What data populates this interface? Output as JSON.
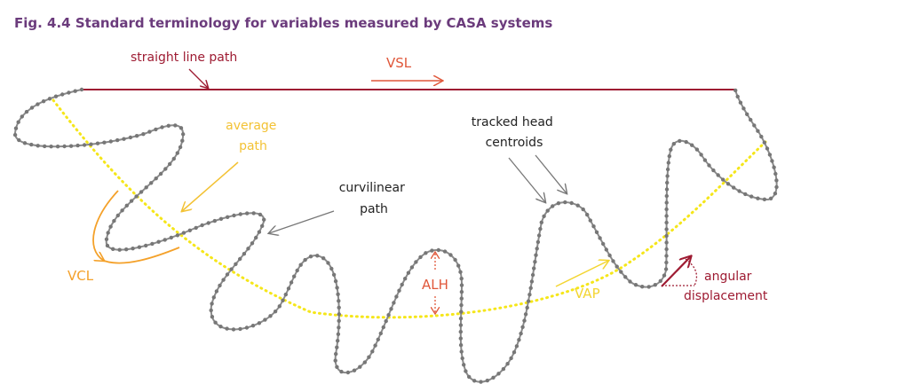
{
  "title": "Fig. 4.4 Standard terminology for variables measured by CASA systems",
  "colors": {
    "title": "#6b3b7c",
    "straight_line": "#9e1b32",
    "vsl": "#e0573a",
    "average_path": "#f5e61a",
    "average_label": "#f3c234",
    "curvilinear": "#8a8a8a",
    "vcl": "#f4a12a",
    "alh": "#e0573a",
    "vap": "#f3d531",
    "angular": "#9e1b32",
    "annotation_arrow": "#777777"
  },
  "labels": {
    "straight_line_path": "straight line path",
    "vsl": "VSL",
    "average_path": [
      "average",
      "path"
    ],
    "curvilinear_path": [
      "curvilinear",
      "path"
    ],
    "tracked_head_centroids": [
      "tracked head",
      "centroids"
    ],
    "vcl": "VCL",
    "alh": "ALH",
    "vap": "VAP",
    "angular_displacement": [
      "angular",
      "displacement"
    ]
  }
}
